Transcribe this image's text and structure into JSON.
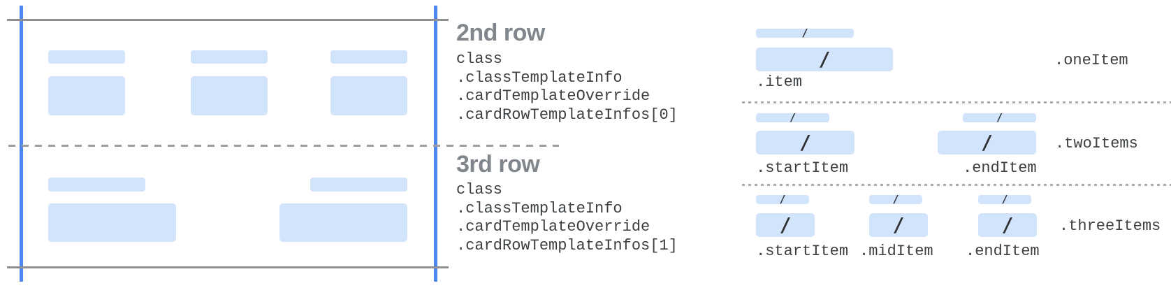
{
  "figure": {
    "placeholder_glyph": "/",
    "annotations": {
      "row2": {
        "title": "2nd row",
        "code": [
          "class",
          ".classTemplateInfo",
          ".cardTemplateOverride",
          ".cardRowTemplateInfos[0]"
        ]
      },
      "row3": {
        "title": "3rd row",
        "code": [
          "class",
          ".classTemplateInfo",
          ".cardTemplateOverride",
          ".cardRowTemplateInfos[1]"
        ]
      }
    },
    "layouts": {
      "oneItem": {
        "label": ".oneItem",
        "item_labels": [
          ".item"
        ]
      },
      "twoItems": {
        "label": ".twoItems",
        "item_labels": [
          ".startItem",
          ".endItem"
        ]
      },
      "threeItems": {
        "label": ".threeItems",
        "item_labels": [
          ".startItem",
          ".midItem",
          ".endItem"
        ]
      }
    },
    "colors": {
      "placeholder_fill": "#d2e3fc",
      "guide_blue": "#4d86f0",
      "guide_gray": "#8f8f8f",
      "dashed_gray": "#9e9e9e",
      "dotted_gray": "#ababab",
      "heading_gray": "#80868b",
      "code_text": "#3c4043",
      "slash_color": "#303134"
    }
  }
}
